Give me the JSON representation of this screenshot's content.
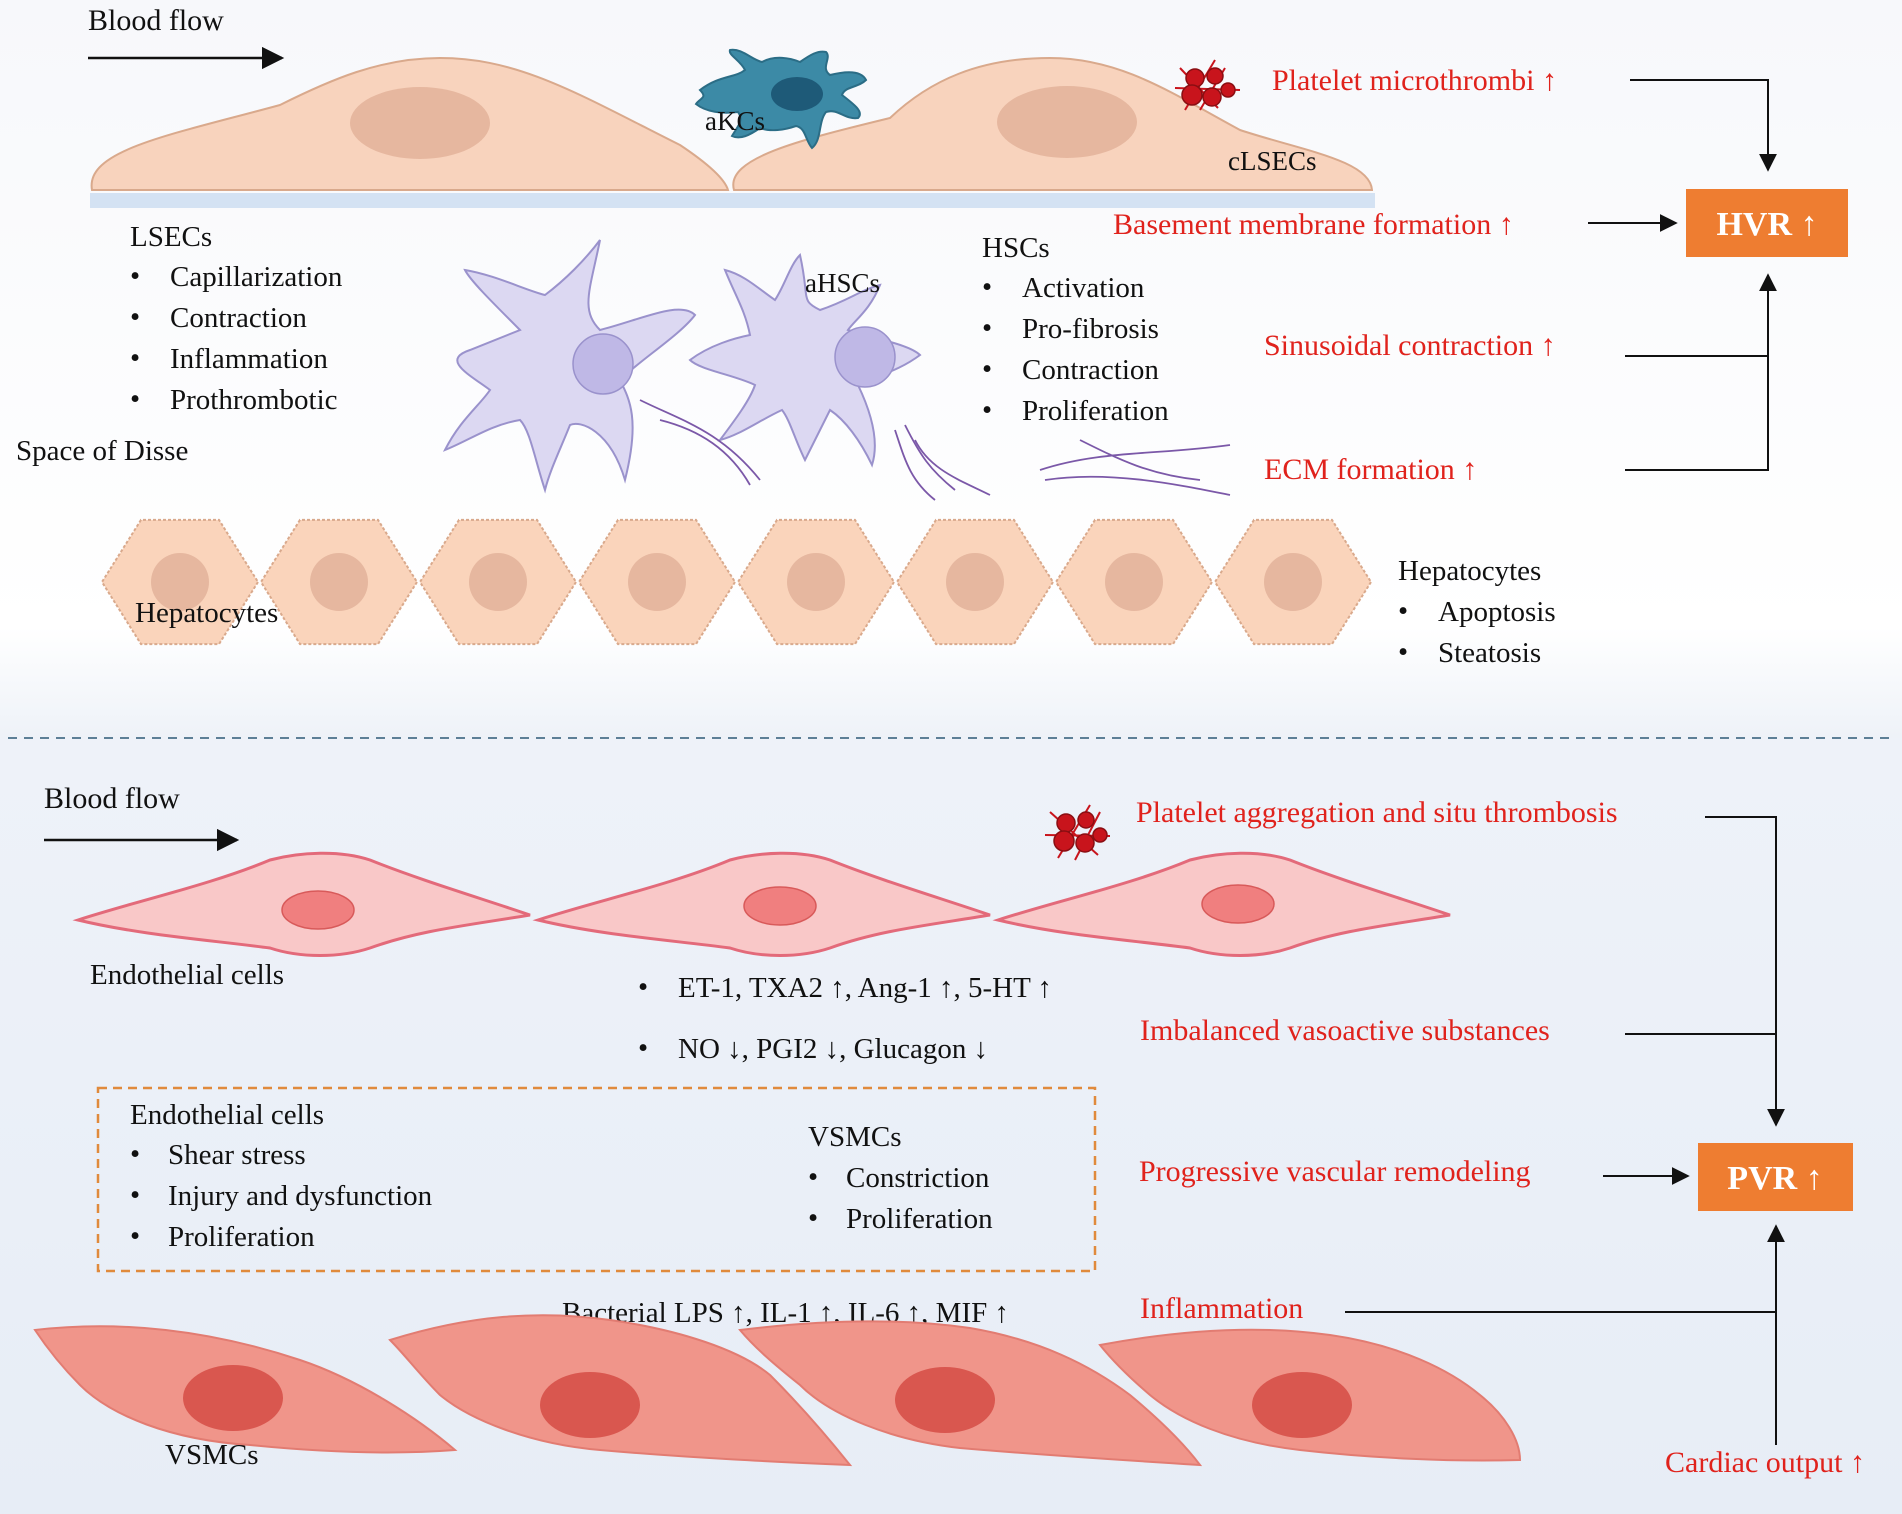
{
  "top": {
    "blood_flow": "Blood flow",
    "akcs": "aKCs",
    "clsecs": "cLSECs",
    "lsecs_title": "LSECs",
    "lsecs_items": [
      "Capillarization",
      "Contraction",
      "Inflammation",
      "Prothrombotic"
    ],
    "space_of_disse": "Space of Disse",
    "ahscs": "aHSCs",
    "hscs_title": "HSCs",
    "hscs_items": [
      "Activation",
      "Pro-fibrosis",
      "Contraction",
      "Proliferation"
    ],
    "hepatocytes_label": "Hepatocytes",
    "hepatocytes_title": "Hepatocytes",
    "hepatocytes_items": [
      "Apoptosis",
      "Steatosis"
    ],
    "factors": [
      "Platelet microthrombi ↑",
      "Basement membrane formation ↑",
      "Sinusoidal contraction ↑",
      "ECM formation ↑"
    ],
    "outcome": "HVR ↑"
  },
  "bottom": {
    "blood_flow": "Blood flow",
    "endothelial_label": "Endothelial cells",
    "vasoactive_items": [
      "ET-1, TXA2 ↑, Ang-1 ↑, 5-HT ↑",
      "NO ↓, PGI2 ↓, Glucagon ↓"
    ],
    "box_endo_title": "Endothelial cells",
    "box_endo_items": [
      "Shear stress",
      "Injury and dysfunction",
      "Proliferation"
    ],
    "box_vsmc_title": "VSMCs",
    "box_vsmc_items": [
      "Constriction",
      "Proliferation"
    ],
    "inflammatory_factors": "Bacterial LPS ↑, IL-1 ↑, IL-6 ↑, MIF ↑",
    "vsmcs_label": "VSMCs",
    "factors": [
      "Platelet aggregation and situ thrombosis",
      "Imbalanced vasoactive substances",
      "Progressive vascular remodeling",
      "Inflammation",
      "Cardiac output ↑"
    ],
    "outcome": "PVR ↑"
  },
  "colors": {
    "red_text": "#e0221c",
    "outcome_box": "#ee7d31",
    "lsec_fill": "#f8d3bd",
    "akc_fill": "#3c8aa6",
    "hsc_fill": "#dcd8f2",
    "hepatocyte_fill": "#fad4bb",
    "endothelial_fill": "#f9c8c8",
    "vsmc_fill": "#f0958a"
  }
}
